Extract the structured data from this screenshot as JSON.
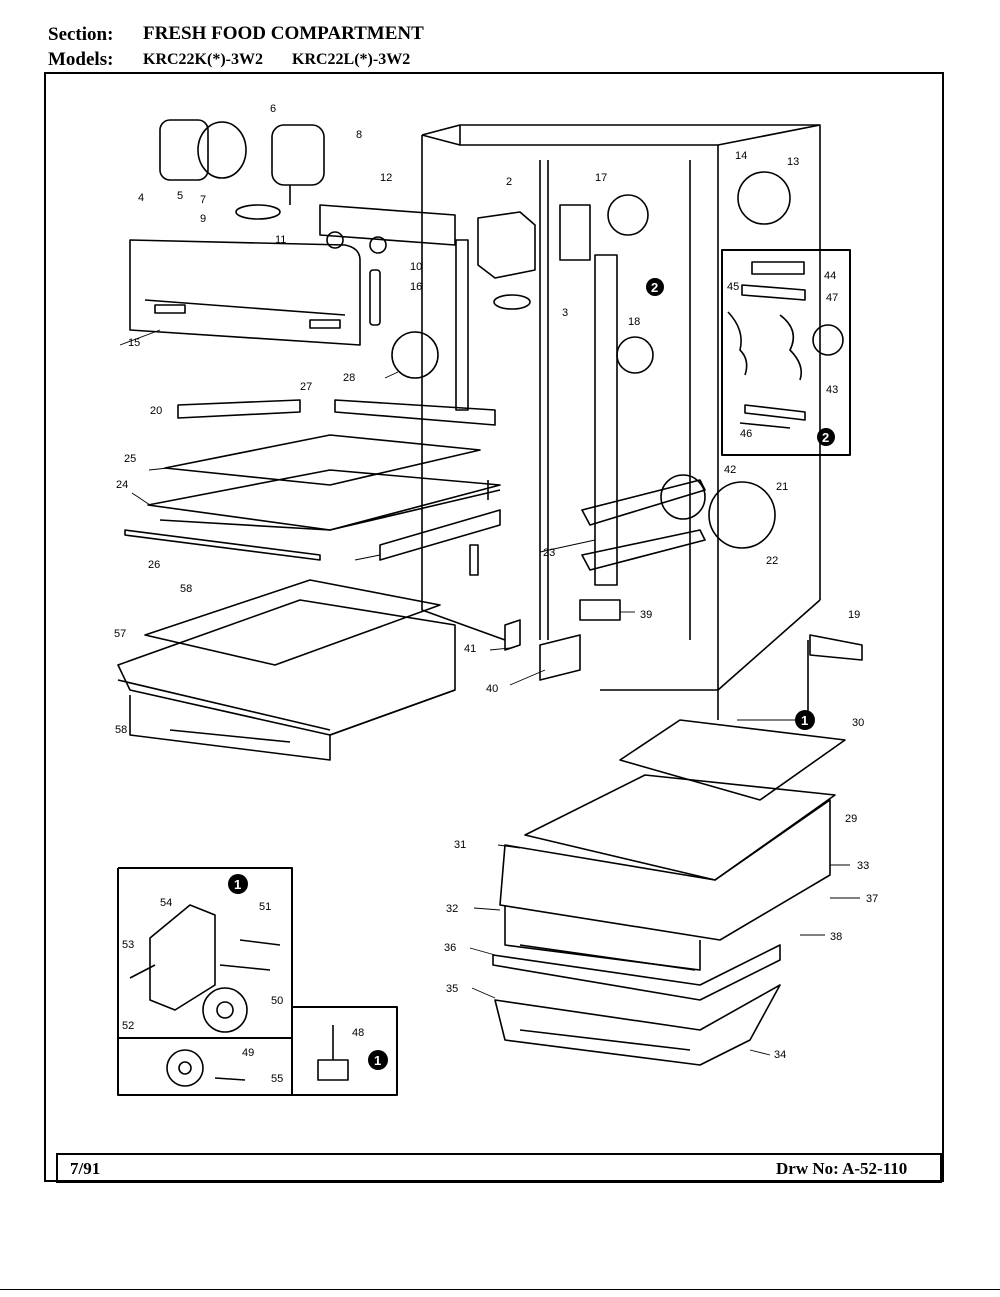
{
  "header": {
    "section_label": "Section:",
    "section_title": "FRESH FOOD COMPARTMENT",
    "models_label": "Models:",
    "model_1": "KRC22K(*)-3W2",
    "model_2": "KRC22L(*)-3W2"
  },
  "footer": {
    "date": "7/91",
    "drawing_number": "Drw No: A-52-110"
  },
  "diagram": {
    "part_numbers": [
      "2",
      "3",
      "4",
      "5",
      "6",
      "7",
      "8",
      "9",
      "10",
      "11",
      "12",
      "13",
      "14",
      "15",
      "16",
      "17",
      "18",
      "19",
      "20",
      "21",
      "22",
      "23",
      "24",
      "25",
      "26",
      "27",
      "28",
      "29",
      "30",
      "31",
      "32",
      "33",
      "34",
      "35",
      "36",
      "37",
      "38",
      "39",
      "40",
      "41",
      "42",
      "43",
      "44",
      "45",
      "46",
      "47",
      "48",
      "49",
      "50",
      "51",
      "52",
      "53",
      "54",
      "55",
      "57",
      "58"
    ],
    "callout_markers": [
      "1",
      "2"
    ]
  }
}
